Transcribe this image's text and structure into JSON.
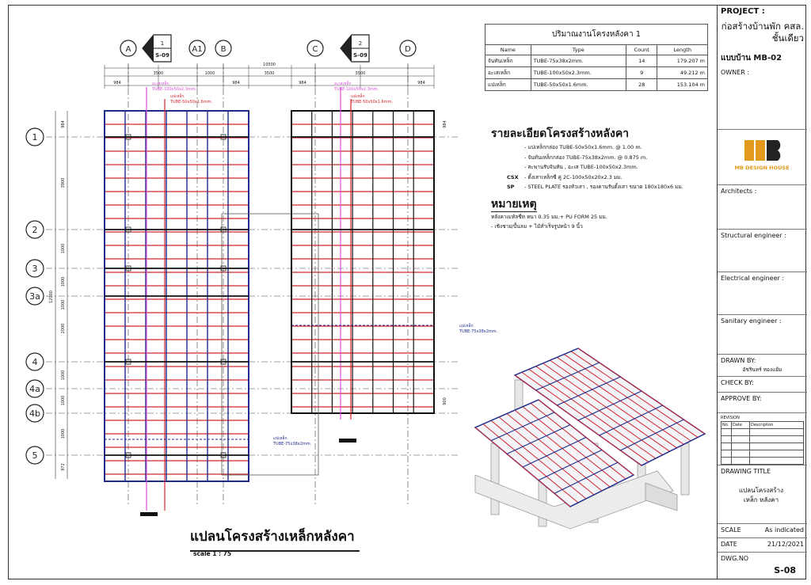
{
  "plan": {
    "grid_cols": [
      "A",
      "A1",
      "B",
      "C",
      "D"
    ],
    "grid_rows": [
      "1",
      "2",
      "3",
      "3a",
      "4",
      "4a",
      "4b",
      "5"
    ],
    "section_markers": [
      {
        "num": "1",
        "ref": "S-09"
      },
      {
        "num": "2",
        "ref": "S-09"
      }
    ],
    "dims_top": [
      "10500",
      "3500",
      "1000",
      "3500",
      "3500"
    ],
    "dims_sub": [
      "984",
      "984",
      "984",
      "984"
    ],
    "dims_left": [
      "984",
      "3900",
      "1000",
      "1000",
      "1000",
      "2000",
      "1000",
      "1000",
      "1000",
      "972"
    ],
    "dim_total_left": "12000",
    "dim_right": [
      "984",
      "900"
    ],
    "callout_pink_left": [
      "อะเสเหล็ก",
      "TUBE-100x50x2.3mm."
    ],
    "callout_red_left": [
      "แปเหล็ก",
      "TUBE-50x50x1.6mm."
    ],
    "callout_pink_right": [
      "อะเสเหล็ก",
      "TUBE-100x50x2.3mm."
    ],
    "callout_red_right": [
      "แปเหล็ก",
      "TUBE-50x50x1.6mm."
    ],
    "callout_blue_right": [
      "แปเหล็ก",
      "TUBE-75x38x2mm."
    ],
    "callout_blue_bottom": [
      "แปเหล็ก",
      "TUBE-75x38x2mm."
    ],
    "title": "แปลนโครงสร้างเหล็กหลังคา",
    "scale": "scale   1 : 75"
  },
  "quantity_table": {
    "caption": "ปริมาณงานโครงหลังคา 1",
    "headers": [
      "Name",
      "Type",
      "Count",
      "Length"
    ],
    "rows": [
      [
        "จันทันเหล็ก",
        "TUBE-75x38x2mm.",
        "14",
        "179.207 m"
      ],
      [
        "อะเสเหล็ก",
        "TUBE-100x50x2.3mm.",
        "9",
        "49.212 m"
      ],
      [
        "แปเหล็ก",
        "TUBE-50x50x1.6mm.",
        "28",
        "153.104 m"
      ]
    ]
  },
  "notes": {
    "heading": "รายละเอียดโครงสร้างหลังคา",
    "items": [
      {
        "code": "",
        "text": "- แปเหล็กกล่อง TUBE-50x50x1.6mm. @ 1.00 m."
      },
      {
        "code": "",
        "text": "- จันทันเหล็กกล่อง TUBE-75x38x2mm. @ 0.875 m."
      },
      {
        "code": "",
        "text": "- สะพานรับจันทัน , อะเส TUBE-100x50x2.3mm."
      },
      {
        "code": "CSX",
        "text": "- ตั้งเสาเหล็กซี คู่  2C-100x50x20x2.3 มม."
      },
      {
        "code": "SP",
        "text": "- STEEL PLATE รองหัวเสา , รองคานรับตั้งเสา ขนาด 180x180x6 มม."
      }
    ],
    "remark_heading": "หมายเหตุ",
    "remarks": [
      "หลังคาเมทัลชีท หนา 0.35 มม.+ PU FORM 25 มม.",
      "- เชิงชาย/ปั้นลม + ไม้สำเร็จรูปหน้า 9 นิ้ว"
    ]
  },
  "title_block": {
    "project_label": "PROJECT :",
    "project_name": "ก่อสร้างบ้านพัก คสล. ชั้นเดียว",
    "house_type": "แบบบ้าน MB-02",
    "owner": "OWNER :",
    "logo_text": "MB DESIGN HOUSE",
    "architects": "Architects :",
    "structural": "Structural engineer :",
    "electrical": "Electrical engineer :",
    "sanitary": "Sanitary engineer :",
    "drawn_by": "DRAWN BY:",
    "drawn_name": "อัชรินทร์ ทองแย้ม",
    "check_by": "CHECK BY:",
    "approve_by": "APPROVE BY:",
    "revision": "REVISION",
    "rev_headers": [
      "No.",
      "Date",
      "Description"
    ],
    "drawing_title_label": "DRAWING TITLE",
    "drawing_title": "แปลนโครงสร้างเหล็ก หลังคา",
    "scale_label": "SCALE",
    "scale_value": "As indicated",
    "date_label": "DATE",
    "date_value": "21/12/2021",
    "dwg_label": "DWG.NO",
    "dwg_value": "S-08"
  },
  "colors": {
    "red": "#d1262e",
    "blue": "#1e2a8c",
    "pink": "#d84fd6",
    "grey": "#9a9a9a"
  }
}
